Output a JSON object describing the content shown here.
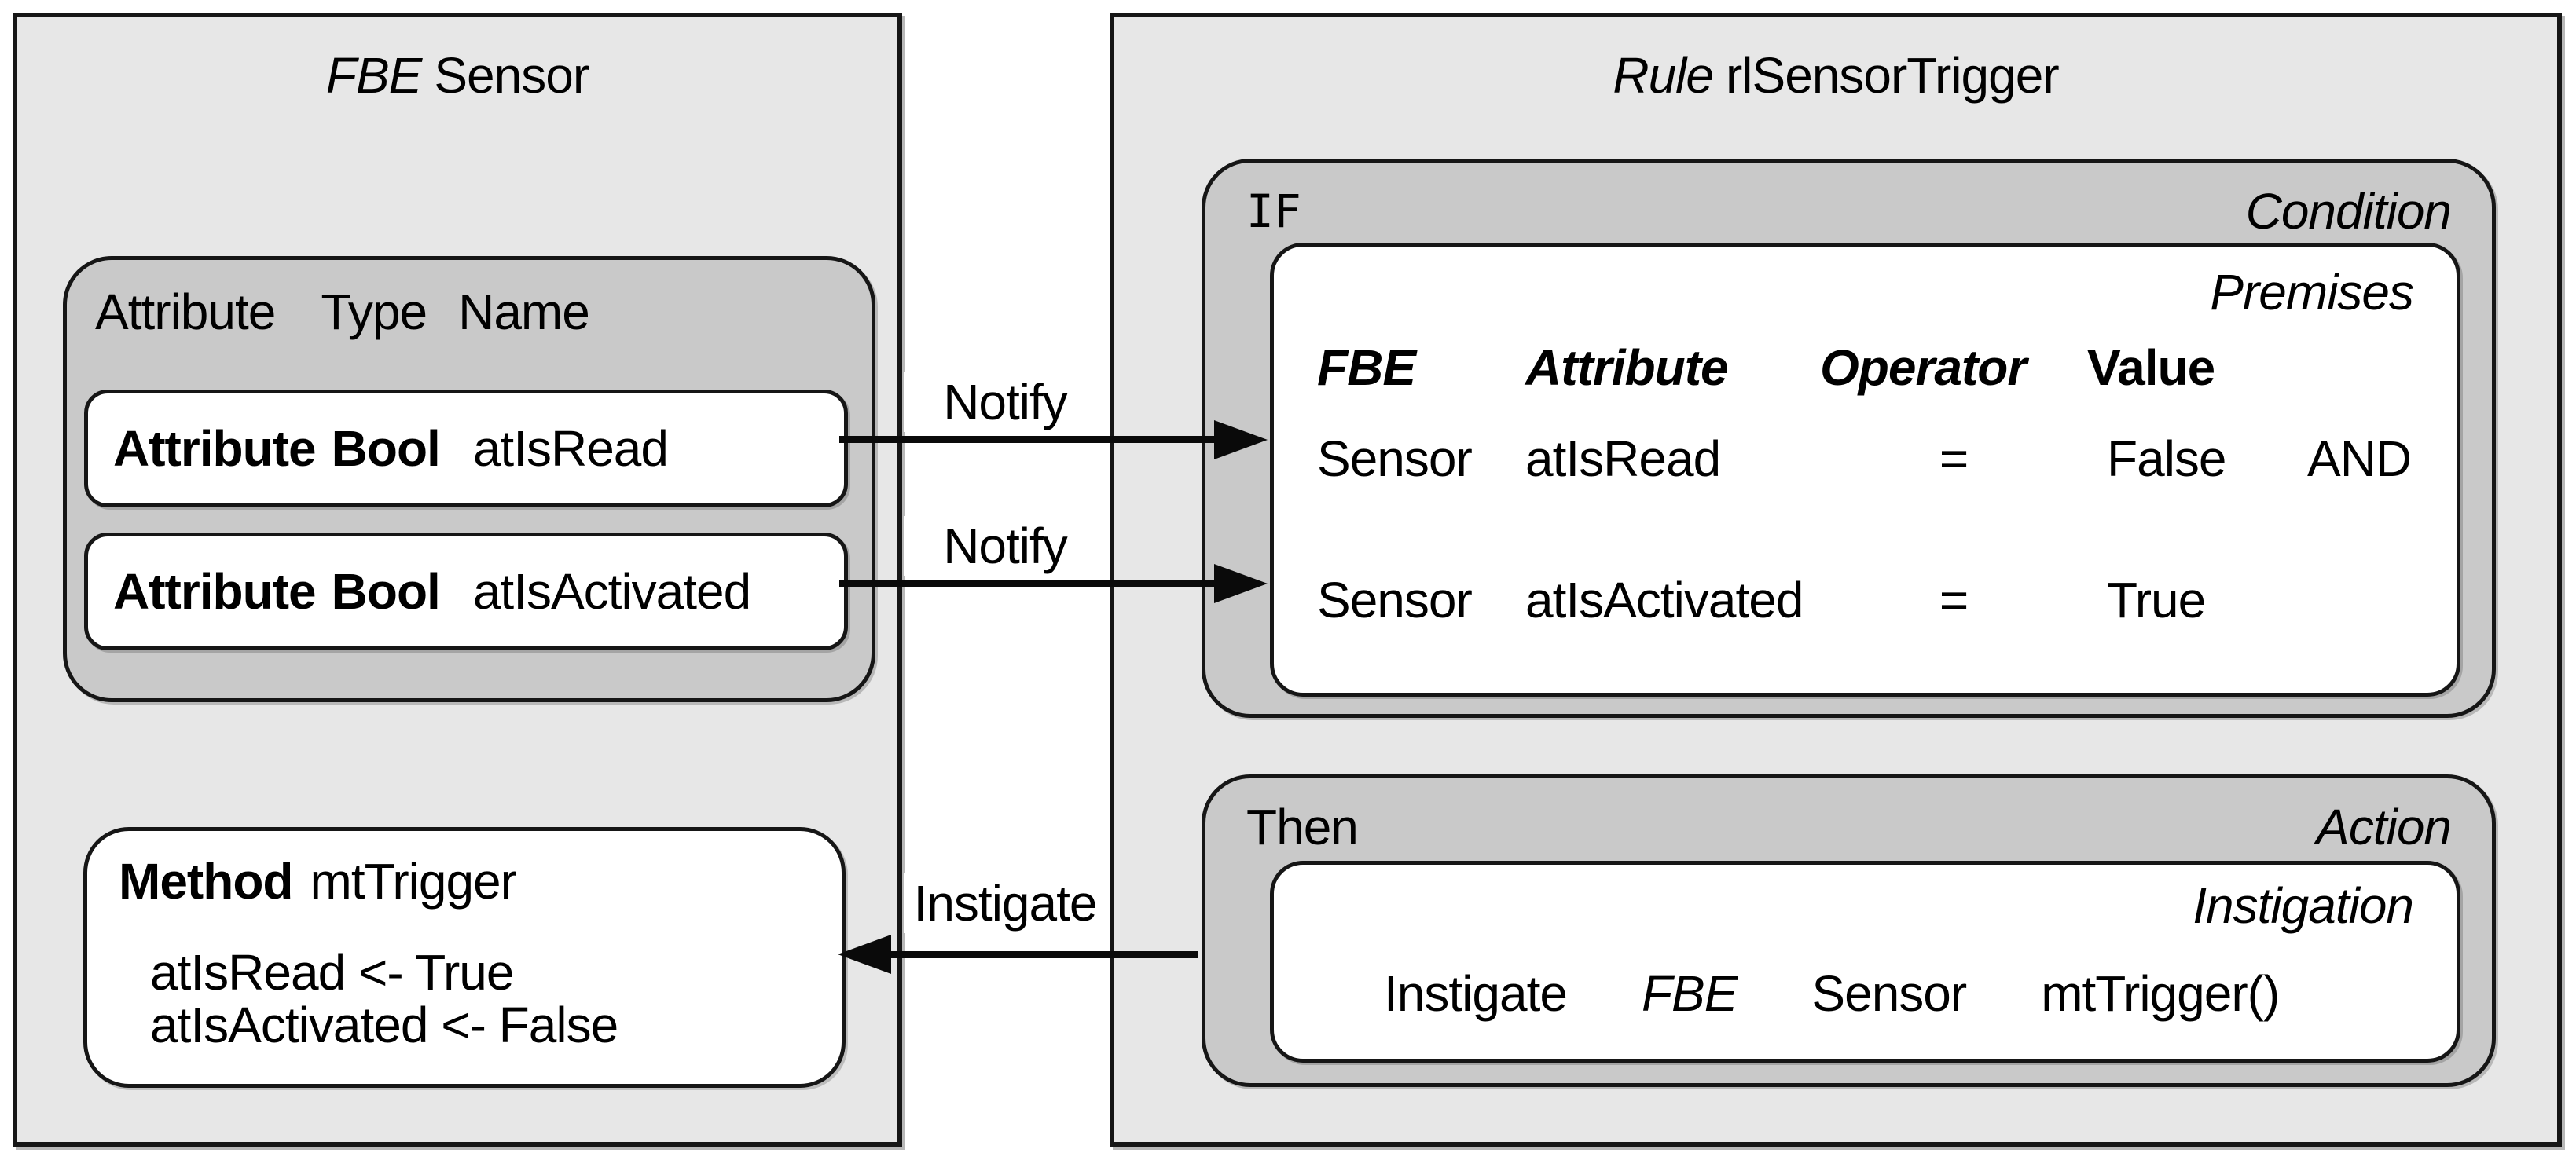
{
  "colors": {
    "canvas_bg": "#ffffff",
    "panel_fill": "#e7e7e7",
    "group_fill": "#c9c9c9",
    "box_fill": "#ffffff",
    "border": "#161616",
    "text": "#000000",
    "arrow": "#0a0a0a"
  },
  "fbe_panel": {
    "title": {
      "prefix": "FBE",
      "name": "Sensor"
    },
    "attribute_group": {
      "columns": [
        "Attribute",
        "Type",
        "Name"
      ],
      "attributes": [
        {
          "keyword": "Attribute",
          "type": "Bool",
          "name": "atIsRead"
        },
        {
          "keyword": "Attribute",
          "type": "Bool",
          "name": "atIsActivated"
        }
      ]
    },
    "method_box": {
      "keyword": "Method",
      "name": "mtTrigger",
      "statements": [
        "atIsRead <- True",
        "atIsActivated <- False"
      ]
    }
  },
  "rule_panel": {
    "title": {
      "prefix": "Rule",
      "name": "rlSensorTrigger"
    },
    "condition_group": {
      "keyword": "IF",
      "corner_label": "Condition",
      "premises": {
        "corner_label": "Premises",
        "columns": [
          "FBE",
          "Attribute",
          "Operator",
          "Value"
        ],
        "rows": [
          {
            "fbe": "Sensor",
            "attribute": "atIsRead",
            "operator": "=",
            "value": "False",
            "connector": "AND"
          },
          {
            "fbe": "Sensor",
            "attribute": "atIsActivated",
            "operator": "=",
            "value": "True",
            "connector": ""
          }
        ]
      }
    },
    "action_group": {
      "keyword": "Then",
      "corner_label": "Action",
      "instigation": {
        "corner_label": "Instigation",
        "statement": {
          "verb": "Instigate",
          "fbe": "FBE",
          "target": "Sensor",
          "method": "mtTrigger()"
        }
      }
    }
  },
  "connections": {
    "notify_1": "Notify",
    "notify_2": "Notify",
    "instigate": "Instigate"
  }
}
